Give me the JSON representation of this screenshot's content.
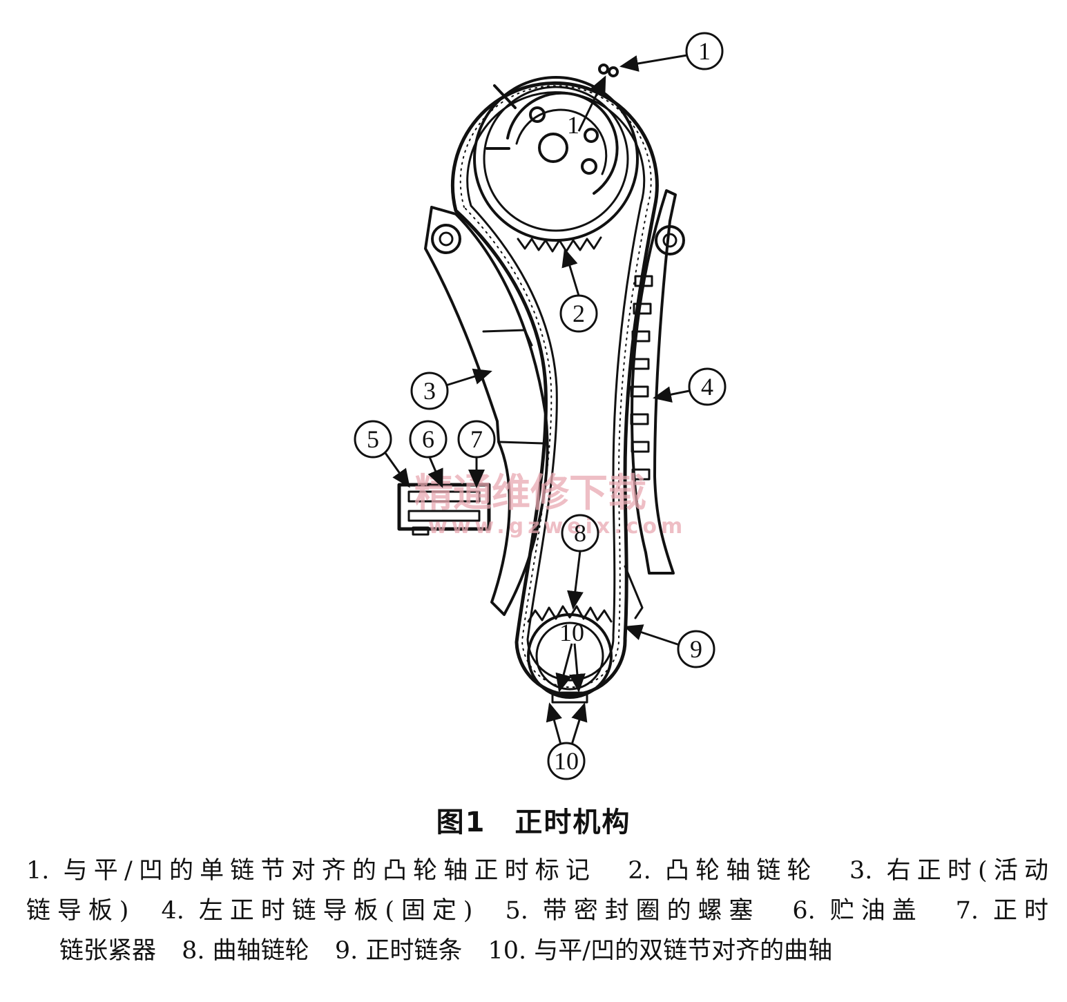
{
  "callouts": [
    "1",
    "1",
    "2",
    "3",
    "4",
    "5",
    "6",
    "7",
    "8",
    "9",
    "10",
    "10"
  ],
  "watermark": {
    "cn": "精通维修下载",
    "url": "www.gzweix.com"
  },
  "caption": {
    "title": "图1　正时机构"
  },
  "legend": [
    "1. 与平/凹的单链节对齐的凸轮轴正时标记",
    "2. 凸轮轴链轮",
    "3. 右正时(活动",
    "链导板)",
    "4. 左正时链导板(固定)",
    "5. 带密封圈的螺塞",
    "6. 贮油盖",
    "7. 正时",
    "链张紧器",
    "8. 曲轴链轮",
    "9. 正时链条",
    "10. 与平/凹的双链节对齐的曲轴"
  ],
  "colors": {
    "ink": "#111111",
    "watermark": "#e9a9b2"
  }
}
